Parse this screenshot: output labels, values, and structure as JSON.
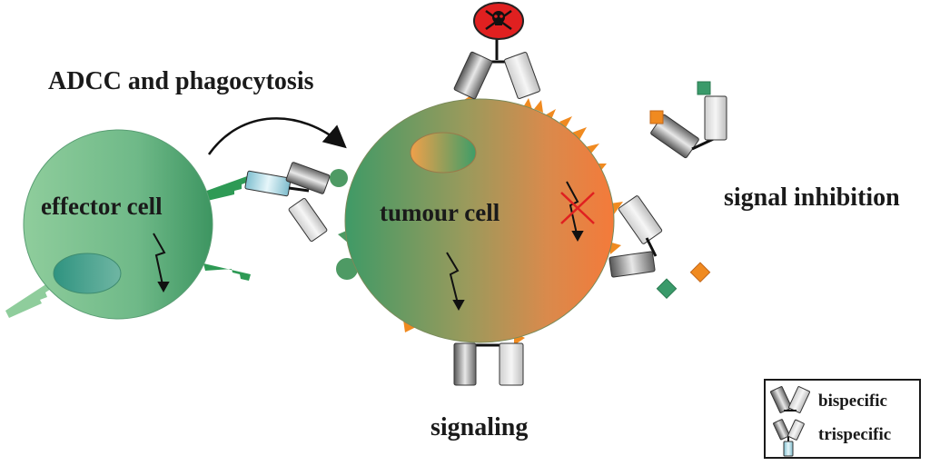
{
  "labels": {
    "adcc": "ADCC and phagocytosis",
    "effector_cell": "effector cell",
    "tumour_cell": "tumour cell",
    "signal_inhibition": "signal inhibition",
    "signaling": "signaling"
  },
  "legend": {
    "bispecific": "bispecific",
    "trispecific": "trispecific"
  },
  "colors": {
    "effector_green": "#5fae79",
    "tumour_green": "#4e9a64",
    "tumour_orange": "#f07a3c",
    "receptor_green": "#2e9a55",
    "ligand_orange": "#f08a20",
    "toxin_red": "#e02020",
    "trispecific_blue": "#a9d8e2"
  },
  "icons": [
    "skull-crossbones-icon",
    "lightning-arrow-icon",
    "blocked-signal-icon",
    "curved-arrow-icon"
  ]
}
